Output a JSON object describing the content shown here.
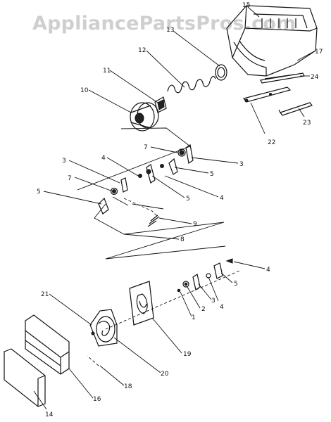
{
  "watermark": "AppliancePartsPros.com",
  "callouts": {
    "c1": "1",
    "c2": "2",
    "c3a": "3",
    "c3b": "3",
    "c3c": "3",
    "c4a": "4",
    "c4b": "4",
    "c4c": "4",
    "c4d": "4",
    "c5a": "5",
    "c5b": "5",
    "c5c": "5",
    "c5d": "5",
    "c7a": "7",
    "c7b": "7",
    "c8": "8",
    "c9": "9",
    "c10": "10",
    "c11": "11",
    "c12": "12",
    "c13": "13",
    "c14": "14",
    "c15": "15",
    "c16": "16",
    "c17": "17",
    "c18": "18",
    "c19": "19",
    "c20": "20",
    "c21": "21",
    "c22": "22",
    "c23": "23",
    "c24": "24"
  }
}
